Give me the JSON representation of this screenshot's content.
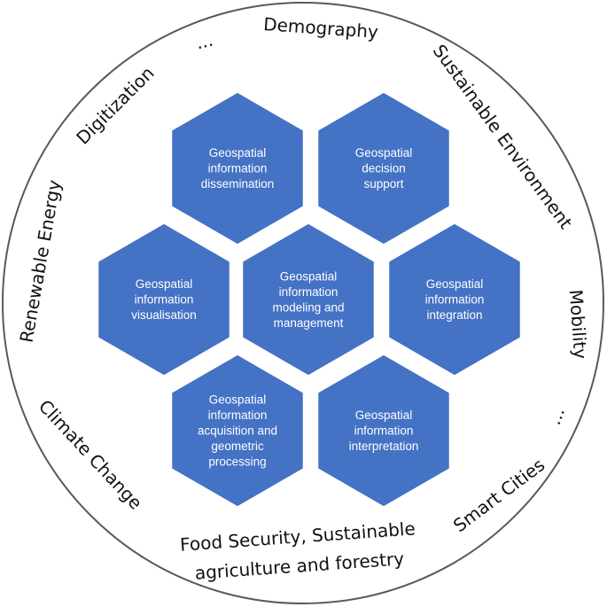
{
  "hexagons": [
    {
      "id": "dissemination",
      "lines": [
        "Geospatial",
        "information",
        "dissemination"
      ]
    },
    {
      "id": "decision-support",
      "lines": [
        "Geospatial",
        "decision",
        "support"
      ]
    },
    {
      "id": "visualisation",
      "lines": [
        "Geospatial",
        "information",
        "visualisation"
      ]
    },
    {
      "id": "modeling",
      "lines": [
        "Geospatial",
        "information",
        "modeling and",
        "management"
      ]
    },
    {
      "id": "integration",
      "lines": [
        "Geospatial",
        "information",
        "integration"
      ]
    },
    {
      "id": "acquisition",
      "lines": [
        "Geospatial",
        "information",
        "acquisition and",
        "geometric",
        "processing"
      ]
    },
    {
      "id": "interpretation",
      "lines": [
        "Geospatial",
        "information",
        "interpretation"
      ]
    }
  ],
  "ring_labels": [
    {
      "id": "demography",
      "text": "Demography"
    },
    {
      "id": "ellipsis-top",
      "text": "..."
    },
    {
      "id": "digitization",
      "text": "Digitization"
    },
    {
      "id": "sustainable-environment",
      "text": "Sustainable Environment"
    },
    {
      "id": "renewable-energy",
      "text": "Renewable Energy"
    },
    {
      "id": "mobility",
      "text": "Mobility"
    },
    {
      "id": "ellipsis-right",
      "text": "..."
    },
    {
      "id": "climate-change",
      "text": "Climate Change"
    },
    {
      "id": "smart-cities",
      "text": "Smart Cities"
    },
    {
      "id": "food-security",
      "text": "Food Security, Sustainable"
    },
    {
      "id": "agriculture-forestry",
      "text": "agriculture  and forestry"
    }
  ],
  "colors": {
    "hex_fill": "#4472c4",
    "circle_stroke": "#595959",
    "text_dark": "#111111"
  }
}
